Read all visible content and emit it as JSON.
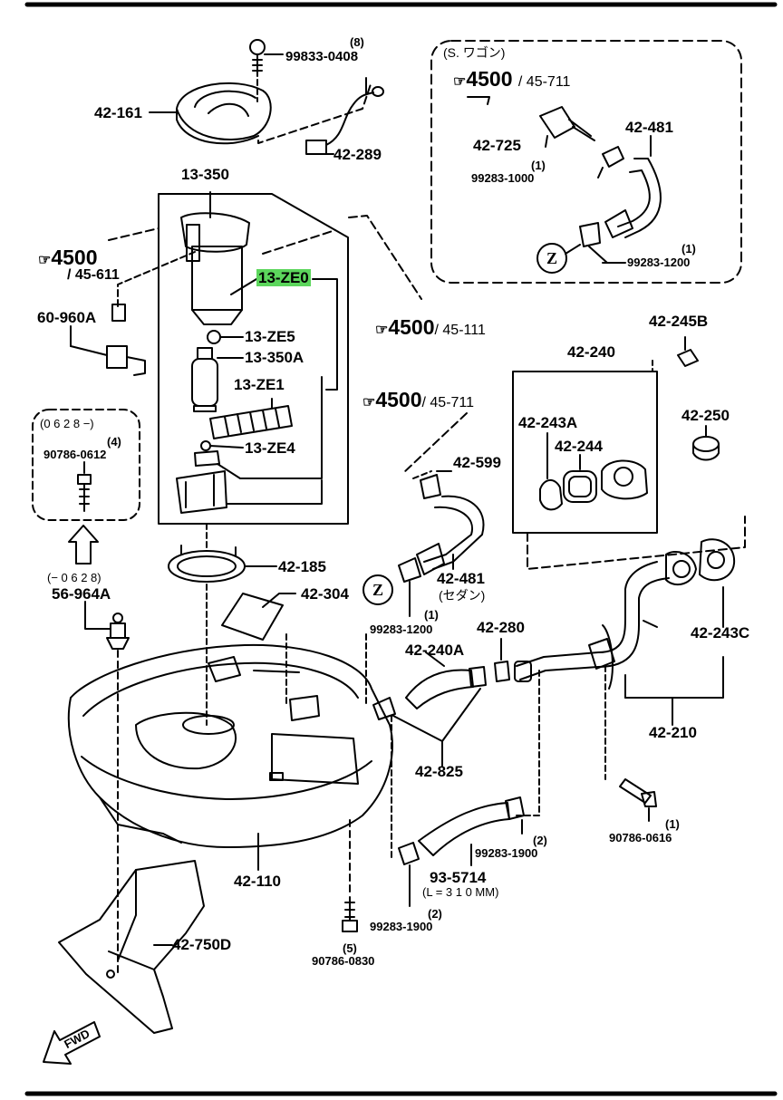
{
  "parts": {
    "p99833_0408": "99833-0408",
    "p99833_qty": "(8)",
    "p42_161": "42-161",
    "p42_289": "42-289",
    "p13_350": "13-350",
    "p13_ze0": "13-ZE0",
    "p13_ze5": "13-ZE5",
    "p13_350a": "13-350A",
    "p13_ze1": "13-ZE1",
    "p13_ze4": "13-ZE4",
    "p60_960a": "60-960A",
    "p90786_0612": "90786-0612",
    "p90786_0612_qty": "(4)",
    "p56_964a": "56-964A",
    "p42_185": "42-185",
    "p42_304": "42-304",
    "p42_110": "42-110",
    "p42_750d": "42-750D",
    "p90786_0830": "90786-0830",
    "p90786_0830_qty": "(5)",
    "p42_725": "42-725",
    "p42_481_top": "42-481",
    "p99283_1000": "99283-1000",
    "p99283_1000_qty": "(1)",
    "p99283_1200_top": "99283-1200",
    "p99283_1200_top_qty": "(1)",
    "p42_245b": "42-245B",
    "p42_240": "42-240",
    "p42_243a": "42-243A",
    "p42_244": "42-244",
    "p42_250": "42-250",
    "p42_599": "42-599",
    "p42_481_mid": "42-481",
    "p99283_1200_mid": "99283-1200",
    "p99283_1200_mid_qty": "(1)",
    "p42_280": "42-280",
    "p42_240a": "42-240A",
    "p42_825": "42-825",
    "p42_243c": "42-243C",
    "p42_210": "42-210",
    "p90786_0616": "90786-0616",
    "p90786_0616_qty": "(1)",
    "p99283_1900_a": "99283-1900",
    "p99283_1900_a_qty": "(2)",
    "p93_5714": "93-5714",
    "p99283_1900_b": "99283-1900",
    "p99283_1900_b_qty": "(2)"
  },
  "notes": {
    "wagon": "(S. ワゴン)",
    "sedan": "(セダン)",
    "date_from": "(0 6 2 8 −)",
    "date_to": "(− 0 6 2 8)",
    "length": "(L = 3 1 0 MM)",
    "fwd": "FWD",
    "z": "Z"
  },
  "refs": {
    "r1_num": "4500",
    "r1_page": "/ 45-711",
    "r2_num": "4500",
    "r2_page": "/ 45-611",
    "r3_num": "4500",
    "r3_page": "/ 45-111",
    "r4_num": "4500",
    "r4_page": "/ 45-711"
  },
  "colors": {
    "ink": "#000000",
    "paper": "#ffffff",
    "highlight": "#5cd65c"
  }
}
